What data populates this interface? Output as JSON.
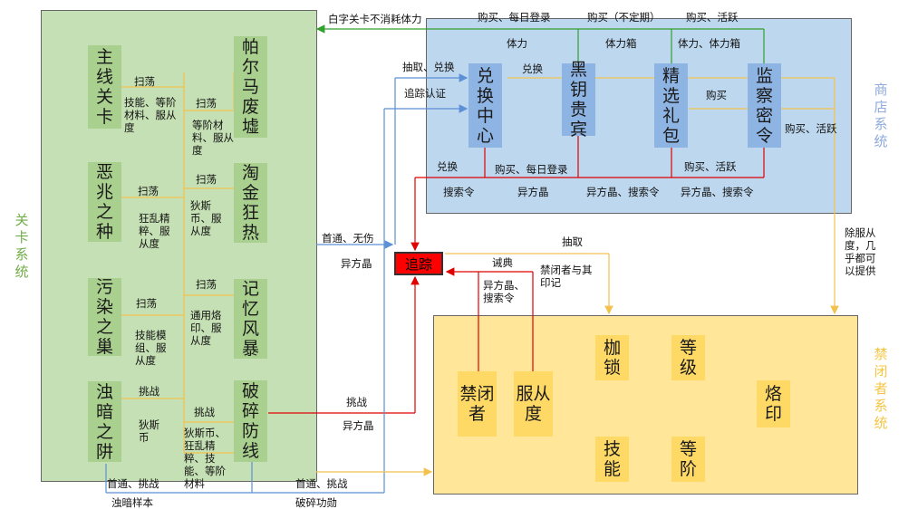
{
  "regions": {
    "level": {
      "title": "关卡系统"
    },
    "shop": {
      "title": "商店系统"
    },
    "prisoner": {
      "title": "禁闭者系统"
    }
  },
  "level_nodes": {
    "main": "主线关卡",
    "omen": "恶兆之种",
    "nest": "污染之巢",
    "dark": "浊暗之阱",
    "ruin": "帕尔马废墟",
    "gold": "淘金狂热",
    "memory": "记忆风暴",
    "breach": "破碎防线"
  },
  "shop_nodes": {
    "exchange": "兑换中心",
    "vip": "黑钥贵宾",
    "gift": "精选礼包",
    "pass": "监察密令"
  },
  "prisoner_nodes": {
    "shackle": "枷锁",
    "level": "等级",
    "brand": "烙印",
    "skill": "技能",
    "rank": "等阶",
    "prisoner": "禁闭者",
    "obey": "服从度"
  },
  "tracking": "追踪",
  "labels": {
    "white_stage": "白字关卡不消耗体力",
    "buy_daily_top": "购买、每日登录",
    "buy_irregular": "购买（不定期）",
    "buy_active_top": "购买、活跃",
    "stamina": "体力",
    "stamina_box": "体力箱",
    "stamina_and_box": "体力、体力箱",
    "draw_exchange": "抽取、兑换",
    "exchange_top": "兑换",
    "track_cert": "追踪认证",
    "buy_mid": "购买",
    "buy_active_right": "购买、活跃",
    "exchange_bottom": "兑换",
    "buy_daily_bottom": "购买、每日登录",
    "buy_active_bottom": "购买、活跃",
    "search_order": "搜索令",
    "anomaly_1": "异方晶",
    "anomaly_search_1": "异方晶、搜索令",
    "anomaly_search_2": "异方晶、搜索令",
    "except_obey": "除服从度，几乎都可以提供",
    "sweep_1": "扫荡",
    "sweep_1_desc": "技能、等阶材料、服从度",
    "sweep_2": "扫荡",
    "sweep_2_desc": "等阶材料、服从度",
    "sweep_3": "扫荡",
    "sweep_3_desc": "狂乱精粹、服从度",
    "sweep_4": "扫荡",
    "sweep_4_desc": "狄斯币、服从度",
    "sweep_5": "扫荡",
    "sweep_5_desc": "技能模组、服从度",
    "sweep_6": "扫荡",
    "sweep_6_desc": "通用烙印、服从度",
    "challenge_1": "挑战",
    "challenge_1_desc": "狄斯币",
    "challenge_2": "挑战",
    "challenge_2_desc": "狄斯币、狂乱精粹、技能、等阶材料",
    "first_clear": "首通、无伤",
    "anomaly_left": "异方晶",
    "challenge_right": "挑战",
    "anomaly_right": "异方晶",
    "draw_tracking": "抽取",
    "codex": "诫典",
    "prisoner_mark": "禁闭者与其印记",
    "anomaly_search_tracking": "异方晶、搜索令",
    "first_challenge_1": "首通、挑战",
    "dark_sample": "浊暗样本",
    "first_challenge_2": "首通、挑战",
    "breach_medal": "破碎功勋"
  },
  "colors": {
    "green_region": "#c5e0b4",
    "blue_region": "#bdd7ee",
    "yellow_region": "#ffe699",
    "green_line": "#33a02c",
    "red_line": "#e00000",
    "blue_line": "#5b8fd6",
    "yellow_line": "#f2c14e"
  }
}
